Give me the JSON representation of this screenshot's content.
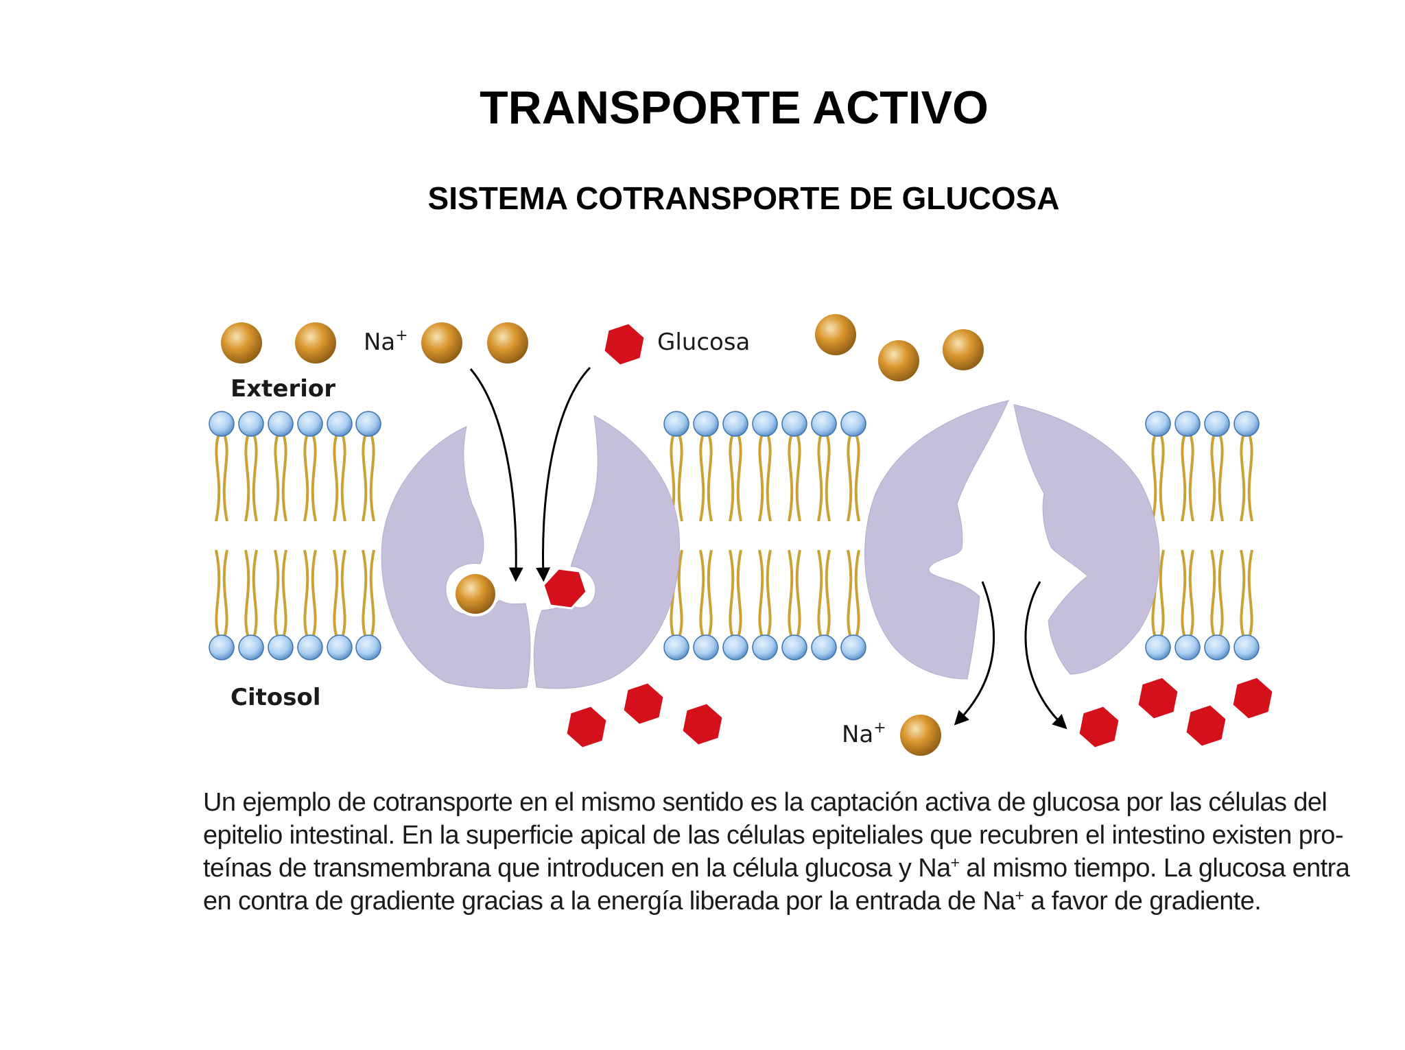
{
  "title": "TRANSPORTE ACTIVO",
  "subtitle": "SISTEMA COTRANSPORTE DE GLUCOSA",
  "diagram": {
    "labels": {
      "exterior": "Exterior",
      "citosol": "Citosol",
      "na_ion": "Na",
      "na_charge": "+",
      "glucose": "Glucosa"
    },
    "colors": {
      "sodium": "#d9962e",
      "glucose": "#d4101a",
      "protein": "#c6bfdc",
      "lipid_head": "#a9cdf0",
      "lipid_tail": "#c9a233"
    }
  },
  "caption": {
    "line1": "Un ejemplo de cotransporte en el mismo sentido es la captación activa de glucosa por las células del",
    "line2": "epitelio intestinal. En la superficie apical de las células epiteliales que recubren el intestino existen pro-",
    "line3a": "teínas de transmembrana que introducen en la célula glucosa y Na",
    "line3b": " al mismo tiempo. La glucosa entra",
    "line4a": "en contra de gradiente gracias a la energía liberada por la entrada de Na",
    "line4b": " a favor de gradiente.",
    "sup": "+"
  }
}
